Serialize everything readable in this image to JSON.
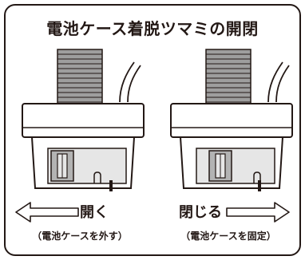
{
  "title": "電池ケース着脱ツマミの開閉",
  "open_panel": {
    "label": "開く",
    "caption": "（電池ケースを外す）",
    "icon": "arrow-left-icon"
  },
  "close_panel": {
    "label": "閉じる",
    "caption": "（電池ケースを固定）",
    "icon": "arrow-right-icon"
  },
  "colors": {
    "line": "#231815",
    "cover": "#e6e6e6",
    "strap": "#9e9e9e",
    "knob_shadow": "#b3b3b3",
    "background": "#ffffff"
  }
}
